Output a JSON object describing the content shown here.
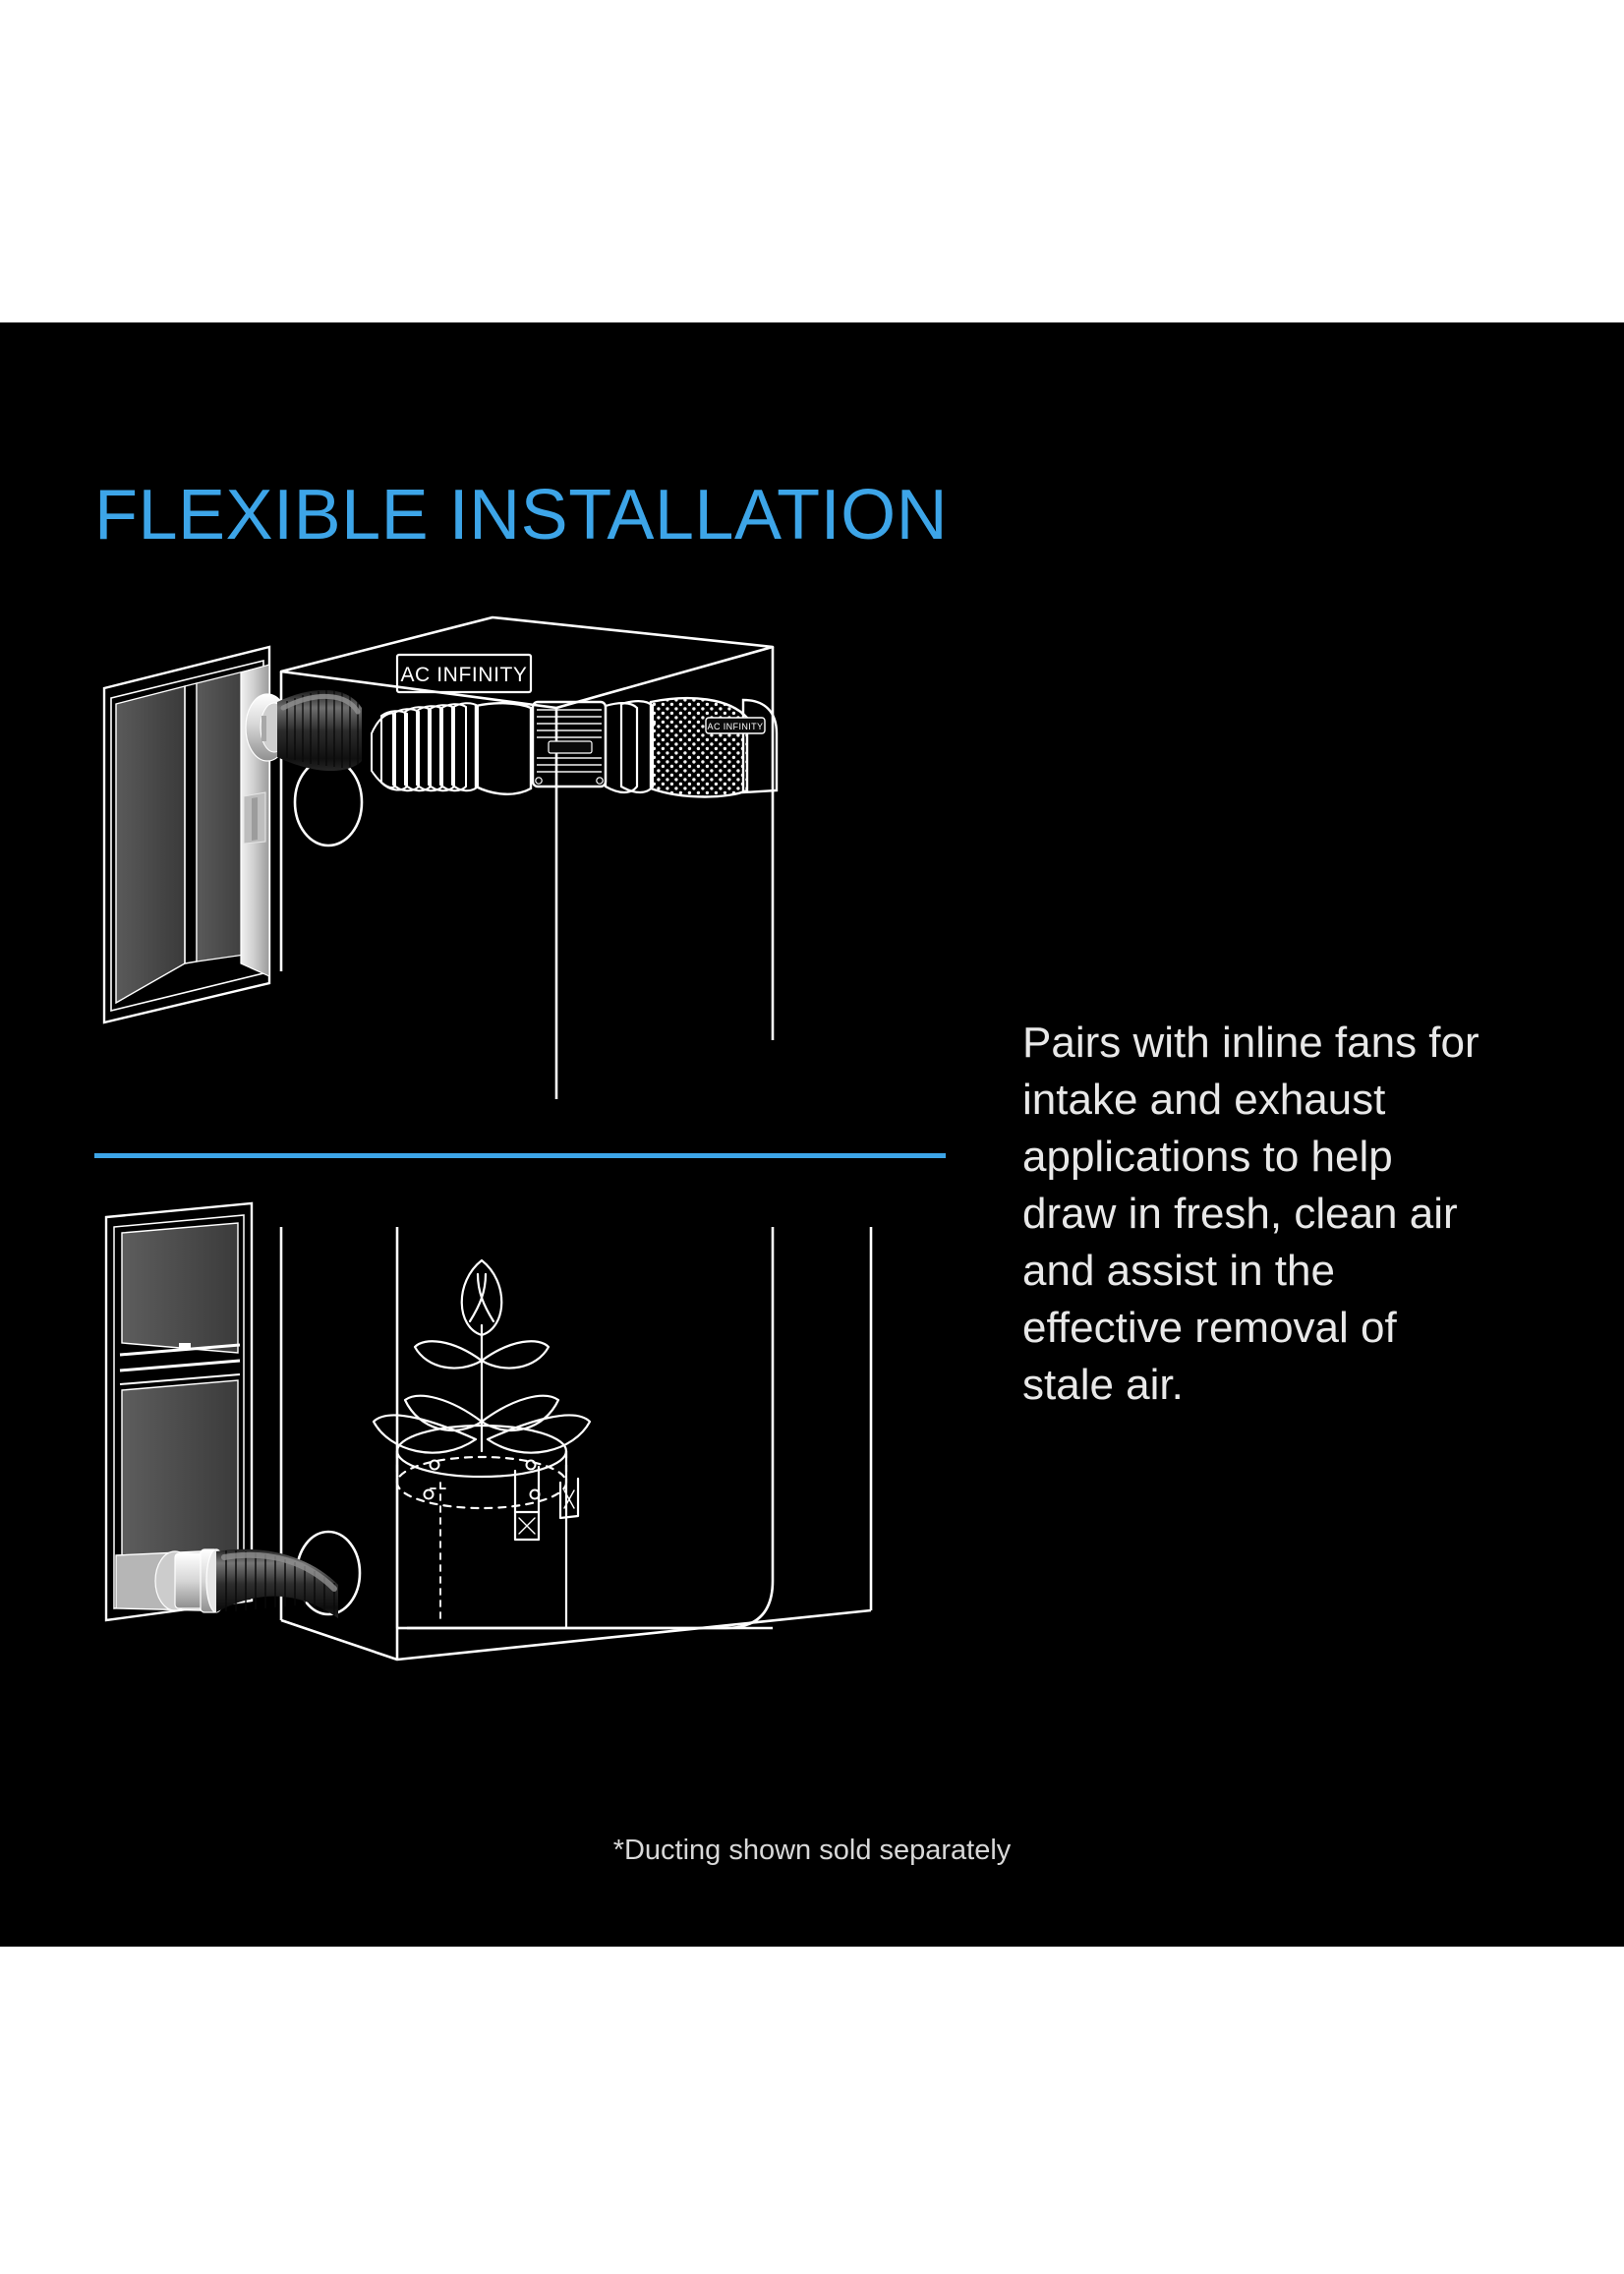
{
  "page": {
    "background_color": "#ffffff",
    "panel_color": "#000000",
    "accent_color": "#3DA5E8",
    "text_color": "#e8e8e8"
  },
  "header": {
    "title": "FLEXIBLE INSTALLATION"
  },
  "divider": {
    "color": "#3DA5E8"
  },
  "body": {
    "paragraph": "Pairs with inline fans for intake and exhaust applications to help draw in fresh, clean air and assist in the effective removal of stale air."
  },
  "footnote": {
    "text": "*Ducting shown sold separately"
  },
  "illustrations": {
    "top": {
      "name": "window-vent-to-tent-top-port",
      "brand_label": "AC INFINITY",
      "fan_badge_label": "AC INFINITY",
      "description": "Sliding window with white vent port kit, black flexible ducting entering the upper side port of a grow tent, connecting to an inline duct fan inside."
    },
    "bottom": {
      "name": "window-vent-to-tent-bottom-port",
      "description": "Double-hung window with white vent port kit at the sill, black flexible ducting entering the lower side port of a grow tent containing a plant in a fabric grow bag."
    }
  }
}
